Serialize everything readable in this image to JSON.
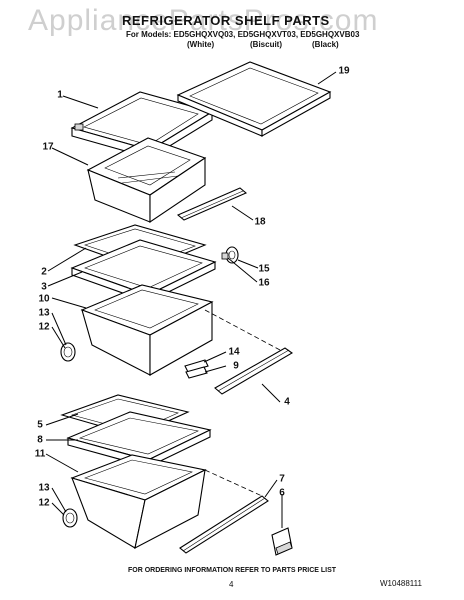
{
  "watermark": "AppliancePartsPros.com",
  "title": "REFRIGERATOR SHELF PARTS",
  "models_line": "For Models: ED5GHQXVQ03, ED5GHQXVT03, ED5GHQXVB03",
  "variants": [
    "(White)",
    "(Biscuit)",
    "(Black)"
  ],
  "callouts": [
    "1",
    "17",
    "19",
    "18",
    "2",
    "3",
    "15",
    "16",
    "10",
    "13",
    "12",
    "14",
    "9",
    "4",
    "5",
    "8",
    "11",
    "7",
    "6",
    "13",
    "12"
  ],
  "footer": "FOR ORDERING INFORMATION REFER TO PARTS PRICE LIST",
  "page_number": "4",
  "doc_number": "W10488111"
}
